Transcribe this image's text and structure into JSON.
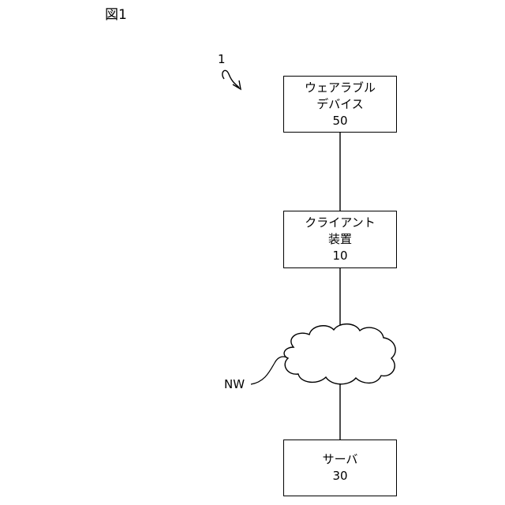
{
  "figure_label": "図1",
  "system_ref": "1",
  "network_label": "NW",
  "nodes": {
    "wearable": {
      "line1": "ウェアラブル",
      "line2": "デバイス",
      "ref": "50"
    },
    "client": {
      "line1": "クライアント",
      "line2": "装置",
      "ref": "10"
    },
    "server": {
      "line1": "サーバ",
      "ref": "30"
    }
  },
  "colors": {
    "stroke": "#000000",
    "background": "#ffffff"
  }
}
